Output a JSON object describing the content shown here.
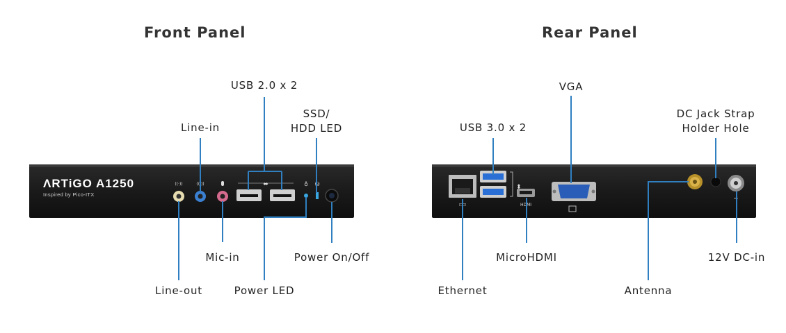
{
  "front": {
    "title": "Front Panel",
    "brand": "ΛRTiGO A1250",
    "brand_sub": "Inspired by Pico-ITX",
    "labels": {
      "usb20": "USB 2.0 x 2",
      "ssd_led_1": "SSD/",
      "ssd_led_2": "HDD LED",
      "line_in": "Line-in",
      "mic_in": "Mic-in",
      "power_onoff": "Power On/Off",
      "line_out": "Line-out",
      "power_led": "Power LED"
    }
  },
  "rear": {
    "title": "Rear Panel",
    "labels": {
      "vga": "VGA",
      "dc_strap_1": "DC Jack Strap",
      "dc_strap_2": "Holder Hole",
      "usb30": "USB 3.0 x 2",
      "microhdmi": "MicroHDMI",
      "dc_in": "12V DC-in",
      "ethernet": "Ethernet",
      "antenna": "Antenna"
    },
    "port_text": {
      "hdmi": "HDMI"
    }
  },
  "colors": {
    "callout": "#2f7fc1",
    "chassis": "#1b1b1b",
    "usb3": "#2a6fd6",
    "vga": "#2a5db8",
    "mic": "#d56a8f",
    "line_in": "#3b7fd0",
    "line_out": "#e6dcb0"
  }
}
